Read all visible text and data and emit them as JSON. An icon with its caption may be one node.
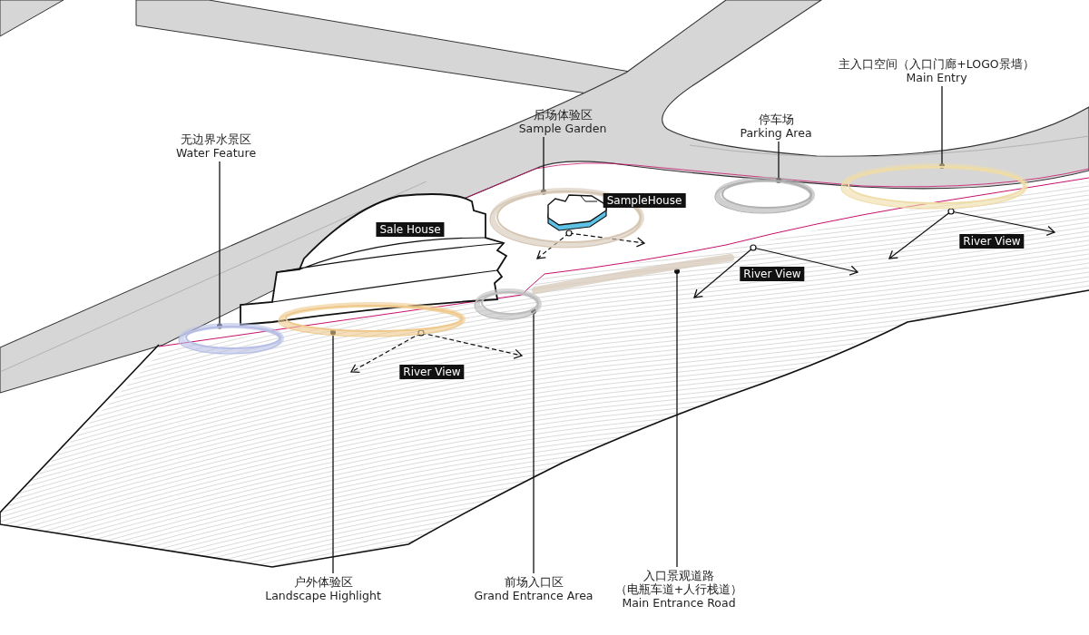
{
  "diagram": {
    "nodes": [
      {
        "text": [
          "无边界水景区",
          "Water Feature"
        ]
      },
      {
        "text": [
          "后场体验区",
          "Sample Garden"
        ]
      },
      {
        "text": [
          "停车场",
          "Parking Area"
        ]
      },
      {
        "text": [
          "主入口空间（入口门廊+LOGO景墙）",
          "Main Entry"
        ]
      },
      {
        "text": [
          "户外体验区",
          "Landscape Highlight"
        ]
      },
      {
        "text": [
          "前场入口区",
          "Grand Entrance Area"
        ]
      },
      {
        "text": [
          "入口景观道路",
          "（电瓶车道+人行栈道）",
          "Main Entrance Road"
        ]
      },
      {
        "text": [],
        "shape": "circle"
      },
      {
        "text": [],
        "shape": "circle"
      },
      {
        "text": [],
        "shape": "circle"
      },
      {
        "text": [],
        "shape": "circle"
      },
      {
        "text": [],
        "shape": "circle"
      },
      {
        "text": [],
        "shape": "circle"
      },
      {
        "text": [],
        "shape": "bar"
      }
    ],
    "edges": [
      {
        "from": 0,
        "to": 7,
        "arrow": "other"
      },
      {
        "from": 1,
        "to": 8,
        "arrow": "other"
      },
      {
        "from": 2,
        "to": 9,
        "arrow": "other"
      },
      {
        "from": 3,
        "to": 10,
        "arrow": "other"
      },
      {
        "from": 4,
        "to": 11,
        "arrow": "other"
      },
      {
        "from": 5,
        "to": 12,
        "arrow": "other"
      },
      {
        "from": 6,
        "to": 13,
        "arrow": "other"
      }
    ],
    "labels": [
      "SampleHouse",
      "Sale House",
      "River View",
      "River View",
      "River View"
    ]
  }
}
